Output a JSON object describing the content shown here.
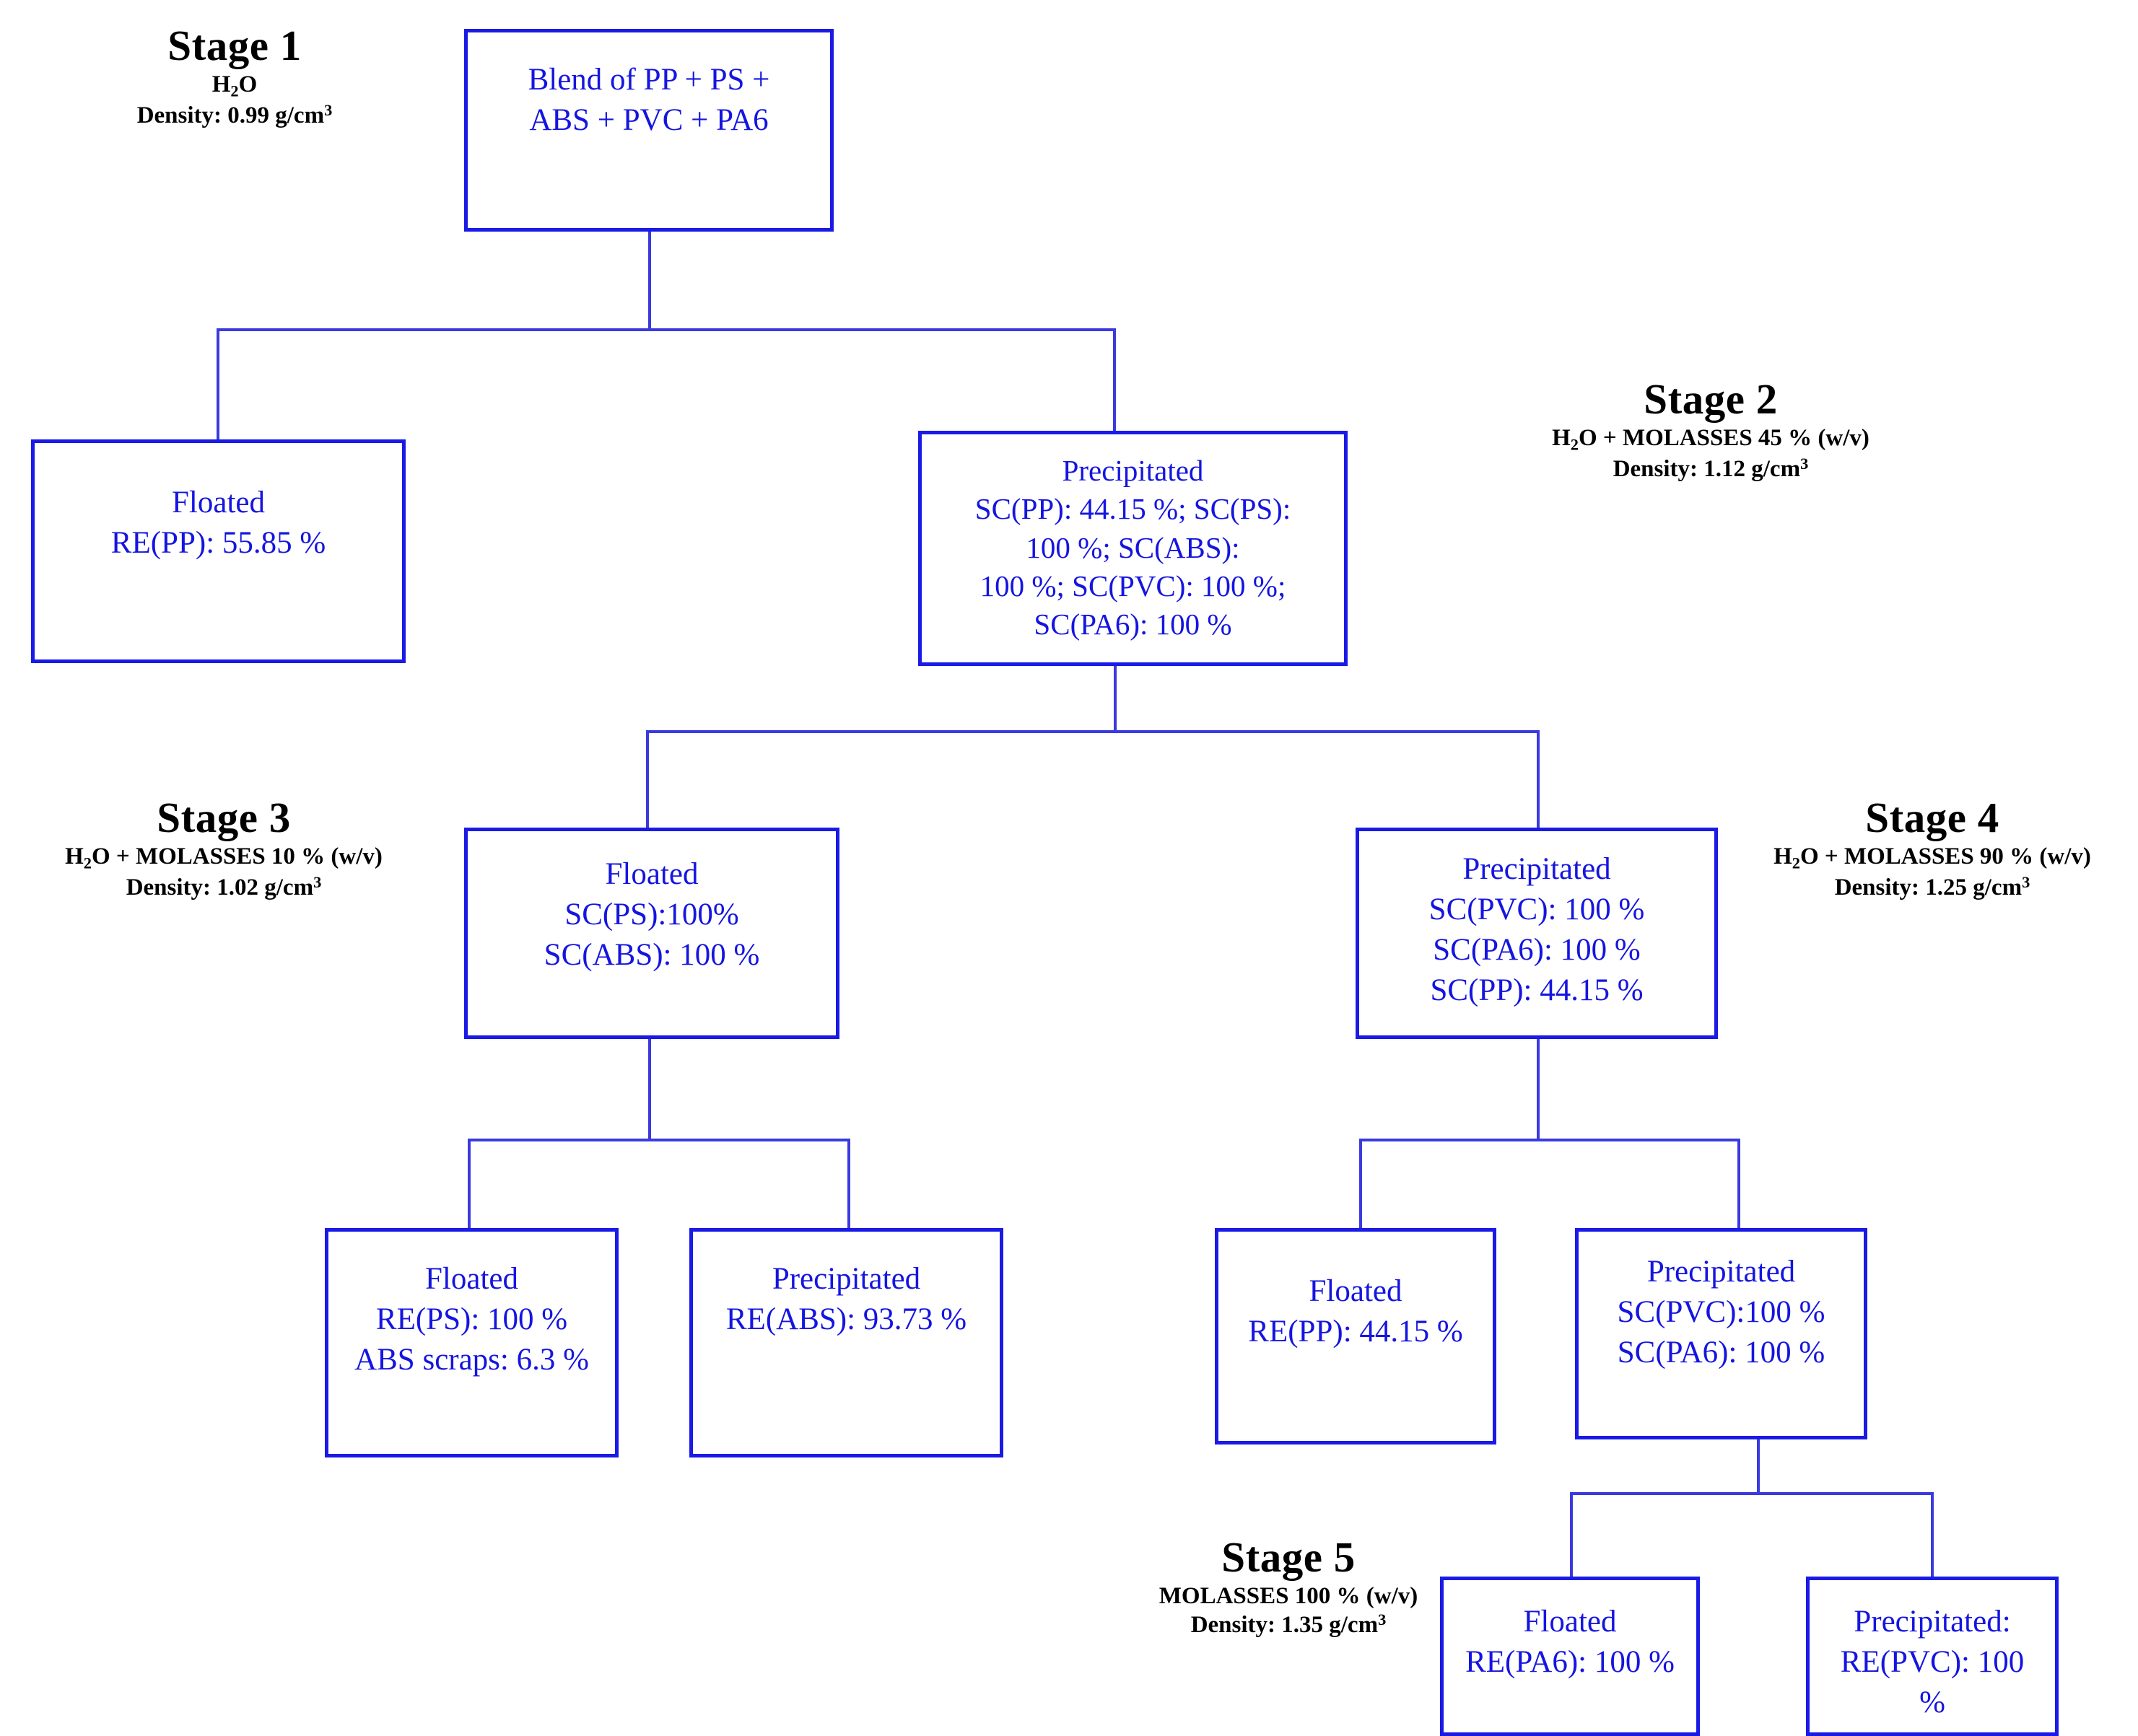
{
  "diagram": {
    "title_implied": "Sequential gravity separation flowchart for plastics blend",
    "box_border_color": "#1a1ae6",
    "box_text_color": "#1515e0",
    "connector_color": "#3a3ae0",
    "stage_text_color": "#000000"
  },
  "stages": [
    {
      "id": "stage-1",
      "title": "Stage 1",
      "medium": "H2O",
      "medium_parts": {
        "pre": "H",
        "sub": "2",
        "post": "O"
      },
      "density": "Density: 0.99 g/cm",
      "density_exp": "3"
    },
    {
      "id": "stage-2",
      "title": "Stage 2",
      "medium": "H2O + MOLASSES 45 % (w/v)",
      "medium_parts": {
        "pre": "H",
        "sub": "2",
        "post": "O + MOLASSES 45 % (w/v)"
      },
      "density": "Density: 1.12 g/cm",
      "density_exp": "3"
    },
    {
      "id": "stage-3",
      "title": "Stage 3",
      "medium": "H2O + MOLASSES 10 % (w/v)",
      "medium_parts": {
        "pre": "H",
        "sub": "2",
        "post": "O + MOLASSES 10 % (w/v)"
      },
      "density": "Density: 1.02 g/cm",
      "density_exp": "3"
    },
    {
      "id": "stage-4",
      "title": "Stage 4",
      "medium": "H2O + MOLASSES 90 % (w/v)",
      "medium_parts": {
        "pre": "H",
        "sub": "2",
        "post": "O + MOLASSES 90 % (w/v)"
      },
      "density": "Density: 1.25 g/cm",
      "density_exp": "3"
    },
    {
      "id": "stage-5",
      "title": "Stage 5",
      "medium": "MOLASSES 100 % (w/v)",
      "medium_parts": {
        "pre": "",
        "sub": "",
        "post": "MOLASSES 100 % (w/v)"
      },
      "density": "Density: 1.35 g/cm",
      "density_exp": "3"
    }
  ],
  "nodes": {
    "feed": {
      "l1": "Blend of PP +  PS +",
      "l2": "ABS + PVC + PA6"
    },
    "s1_floated": {
      "l1": "Floated",
      "l2": "RE(PP): 55.85 %"
    },
    "s2_precipitated": {
      "l1": "Precipitated",
      "l2": "SC(PP): 44.15 %; SC(PS):",
      "l3": "100 %; SC(ABS):",
      "l4": "100 %; SC(PVC): 100 %;",
      "l5": "SC(PA6): 100 %"
    },
    "s3_floated": {
      "l1": "Floated",
      "l2": "SC(PS):100%",
      "l3": "SC(ABS): 100 %"
    },
    "s4_precipitated": {
      "l1": "Precipitated",
      "l2": "SC(PVC): 100 %",
      "l3": "SC(PA6): 100 %",
      "l4": "SC(PP): 44.15 %"
    },
    "s3_floated_ps": {
      "l1": "Floated",
      "l2": "RE(PS): 100 %",
      "l3": "ABS scraps: 6.3 %"
    },
    "s3_precipitated_abs": {
      "l1": "Precipitated",
      "l2": "RE(ABS): 93.73 %"
    },
    "s4_floated_pp": {
      "l1": "Floated",
      "l2": "RE(PP): 44.15 %"
    },
    "s4_precipitated_pvc_pa6": {
      "l1": "Precipitated",
      "l2": "SC(PVC):100 %",
      "l3": "SC(PA6): 100 %"
    },
    "s5_floated_pa6": {
      "l1": "Floated",
      "l2": "RE(PA6): 100 %"
    },
    "s5_precipitated_pvc": {
      "l1": "Precipitated:",
      "l2": "RE(PVC): 100",
      "l3": "%"
    }
  }
}
